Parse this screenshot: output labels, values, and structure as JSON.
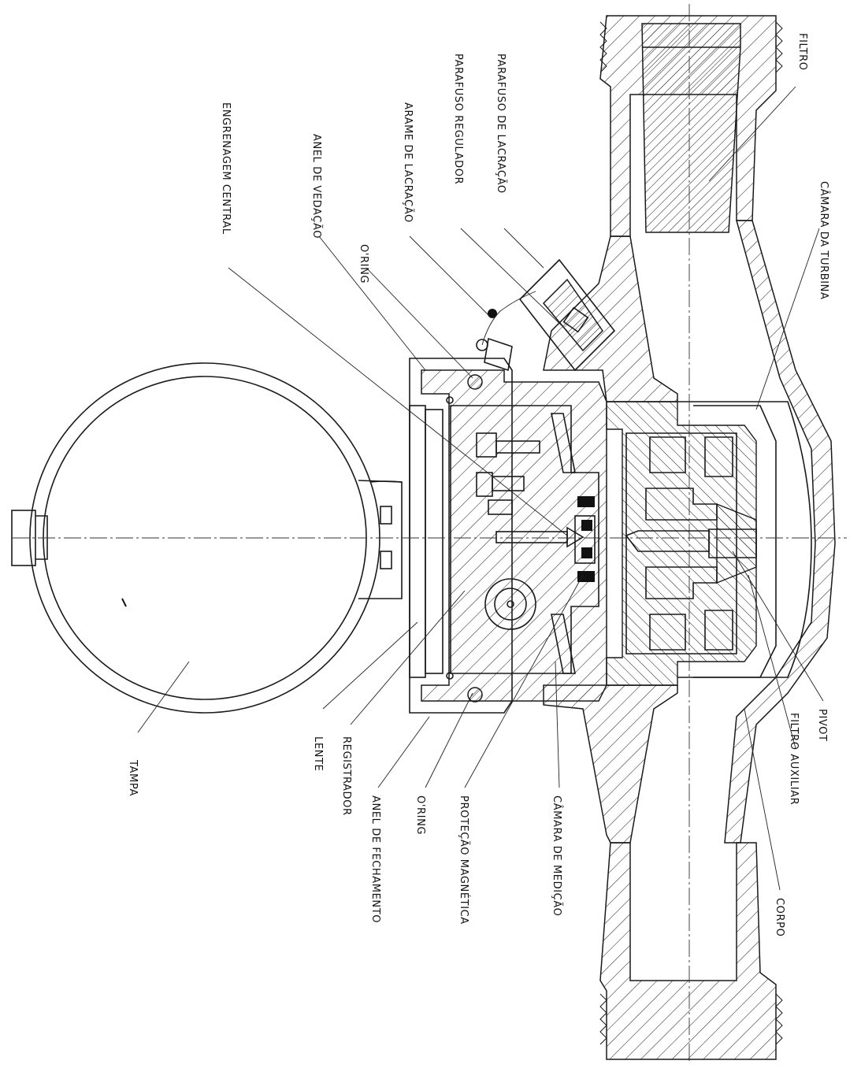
{
  "labels": {
    "filtro": "FILTRO",
    "camara_turbina": "CÂMARA DA TURBINA",
    "parafuso_lacracao": "PARAFUSO DE LACRAÇÃO",
    "parafuso_regulador": "PARAFUSO REGULADOR",
    "arame_lacracao": "ARAME DE LACRAÇÃO",
    "oring_top": "O'RING",
    "anel_vedacao": "ANEL DE VEDAÇÃO",
    "engrenagem_central": "ENGRENAGEM CENTRAL",
    "tampa": "TAMPA",
    "lente": "LENTE",
    "registrador": "REGISTRADOR",
    "anel_fechamento": "ANEL DE FECHAMENTO",
    "oring_bottom": "O'RING",
    "protecao_magnetica": "PROTEÇÃO MAGNÉTICA",
    "camara_medicao": "CÂMARA DE MEDIÇÃO",
    "corpo": "CORPO",
    "filtro_auxiliar": "FILTRO AUXILIAR",
    "pivot": "PIVOT"
  }
}
